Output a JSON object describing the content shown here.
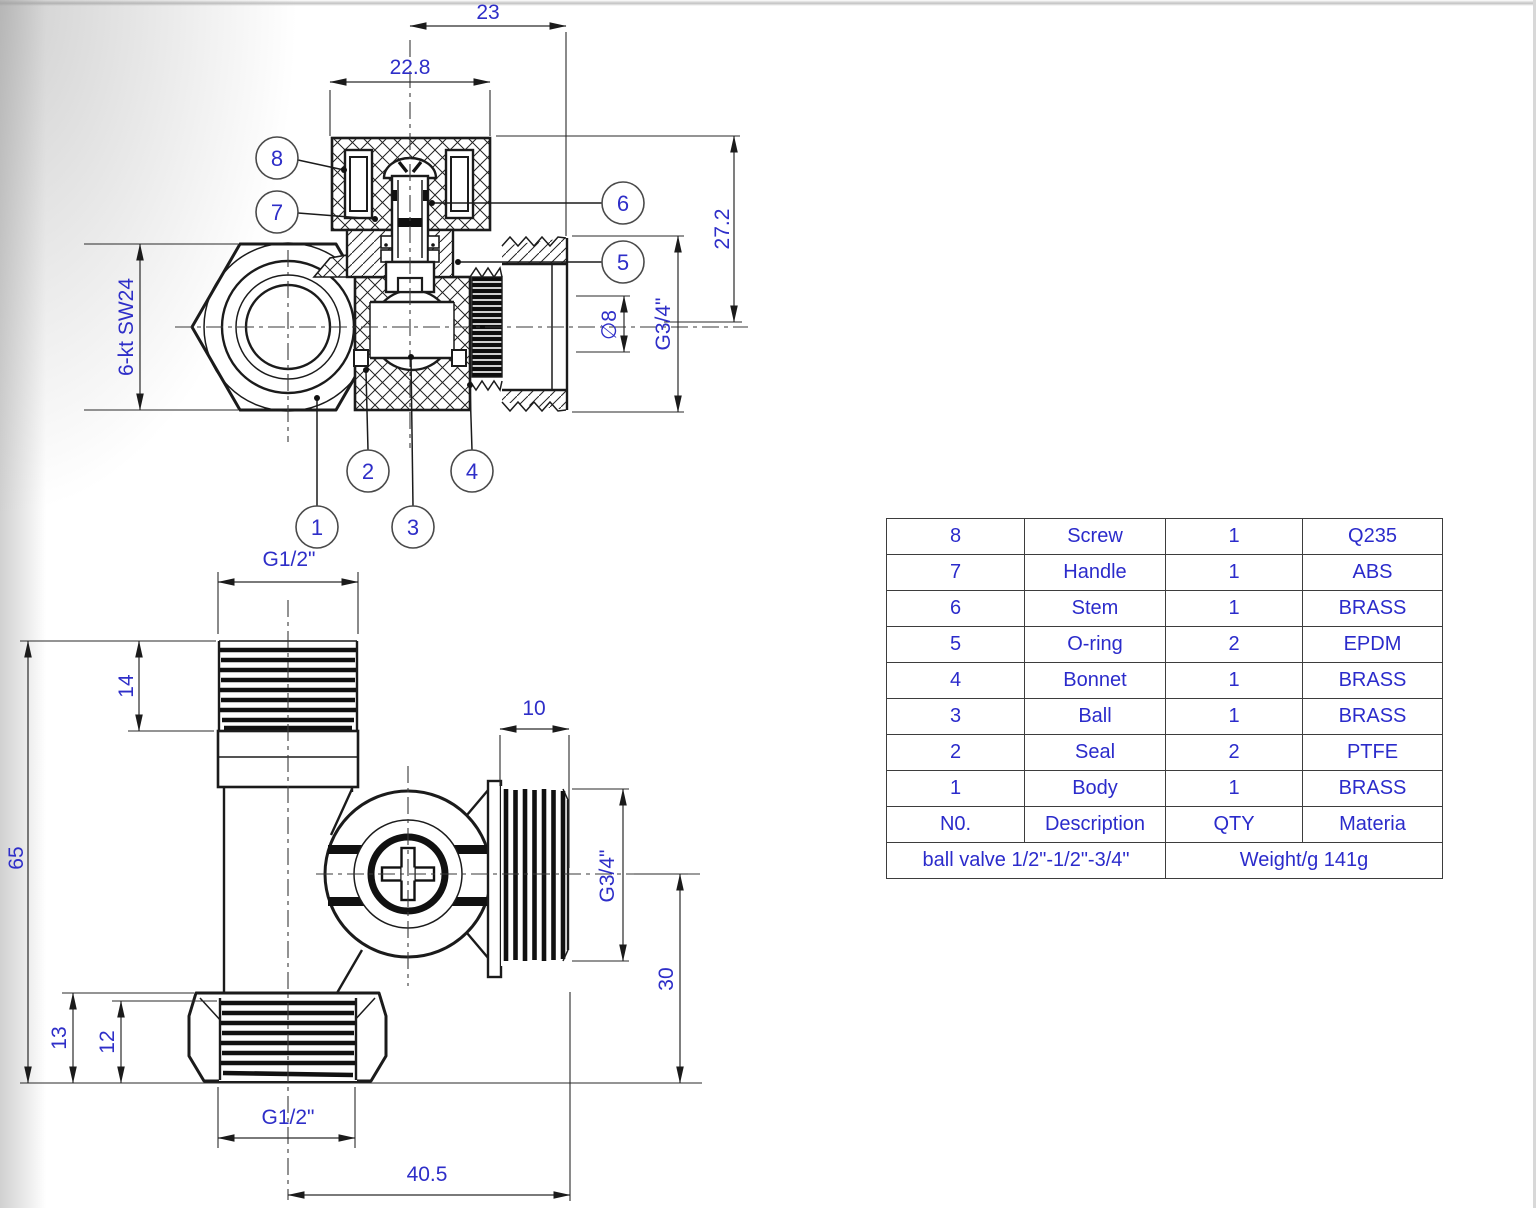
{
  "top_view": {
    "balloons": {
      "b1": "1",
      "b2": "2",
      "b3": "3",
      "b4": "4",
      "b5": "5",
      "b6": "6",
      "b7": "7",
      "b8": "8"
    },
    "dims": {
      "offset_23": "23",
      "handle_width": "22.8",
      "height_27_2": "27.2",
      "outlet_thread": "G3/4\"",
      "bore_dia": "∅8",
      "hex_size": "6-kt SW24"
    }
  },
  "bottom_view": {
    "dims": {
      "top_thread": "G1/2\"",
      "top_thread_len": "14",
      "overall_height": "65",
      "right_thread_len": "10",
      "right_thread": "G3/4\"",
      "right_port_height": "30",
      "bottom_hex_len": "13",
      "bottom_thread_len": "12",
      "bottom_thread": "G1/2\"",
      "offset_40_5": "40.5"
    }
  },
  "bom_table": {
    "rows": [
      {
        "no": "8",
        "description": "Screw",
        "qty": "1",
        "material": "Q235"
      },
      {
        "no": "7",
        "description": "Handle",
        "qty": "1",
        "material": "ABS"
      },
      {
        "no": "6",
        "description": "Stem",
        "qty": "1",
        "material": "BRASS"
      },
      {
        "no": "5",
        "description": "O-ring",
        "qty": "2",
        "material": "EPDM"
      },
      {
        "no": "4",
        "description": "Bonnet",
        "qty": "1",
        "material": "BRASS"
      },
      {
        "no": "3",
        "description": "Ball",
        "qty": "1",
        "material": "BRASS"
      },
      {
        "no": "2",
        "description": "Seal",
        "qty": "2",
        "material": "PTFE"
      },
      {
        "no": "1",
        "description": "Body",
        "qty": "1",
        "material": "BRASS"
      }
    ],
    "header": {
      "no": "N0.",
      "description": "Description",
      "qty": "QTY",
      "material": "Materia"
    },
    "footer": {
      "title": "ball valve 1/2\"-1/2\"-3/4\"",
      "weight": "Weight/g 141g"
    }
  }
}
